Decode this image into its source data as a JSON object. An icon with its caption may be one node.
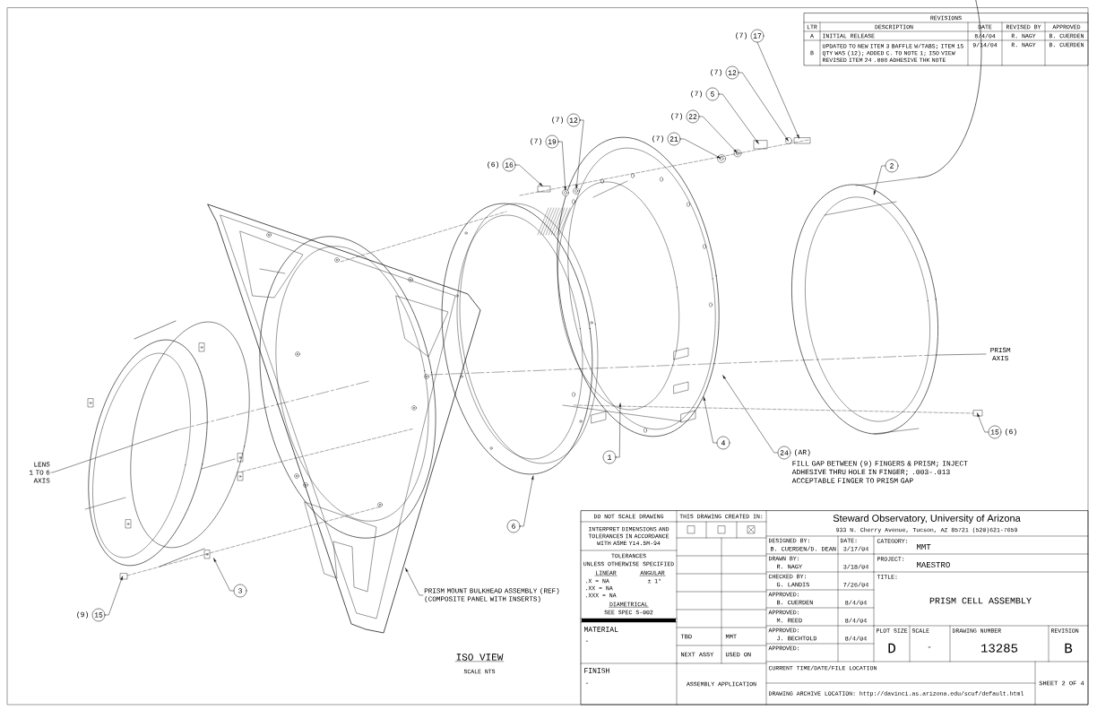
{
  "diagram": {
    "nodes": [
      {
        "text": [
          "17"
        ],
        "beside": [
          "(7)"
        ]
      },
      {
        "text": [
          "12"
        ],
        "beside": [
          "(7)"
        ]
      },
      {
        "text": [
          "5"
        ],
        "beside": [
          "(7)"
        ]
      },
      {
        "text": [
          "22"
        ],
        "beside": [
          "(7)"
        ]
      },
      {
        "text": [
          "21"
        ],
        "beside": [
          "(7)"
        ]
      },
      {
        "text": [
          "12"
        ],
        "beside": [
          "(7)"
        ]
      },
      {
        "text": [
          "19"
        ],
        "beside": [
          "(7)"
        ]
      },
      {
        "text": [
          "16"
        ],
        "beside": [
          "(6)"
        ]
      },
      {
        "text": [
          "2"
        ]
      },
      {
        "text": [
          "PRISM AXIS"
        ]
      },
      {
        "text": [
          "15"
        ],
        "beside": [
          "(6)"
        ]
      },
      {
        "text": [
          "24"
        ],
        "beside": [
          "(AR)",
          "FILL GAP BETWEEN (9) FINGERS & PRISM; INJECT ADHESIVE THRU HOLE IN FINGER; .003-.013 ACCEPTABLE FINGER TO PRISM GAP"
        ]
      },
      {
        "text": [
          "4"
        ]
      },
      {
        "text": [
          "1"
        ]
      },
      {
        "text": [
          "6"
        ]
      },
      {
        "text": [
          "LENS 1 TO 6 AXIS"
        ]
      },
      {
        "text": [
          "3"
        ]
      },
      {
        "text": [
          "15"
        ],
        "beside": [
          "(9)"
        ]
      },
      {
        "text": [
          "PRISM MOUNT BULKHEAD ASSEMBLY (REF) (COMPOSITE PANEL WITH INSERTS)"
        ]
      }
    ],
    "edges": [
      {
        "from": 0,
        "to": null,
        "arrow": "to"
      },
      {
        "from": 1,
        "to": null,
        "arrow": "to"
      },
      {
        "from": 2,
        "to": null,
        "arrow": "to"
      },
      {
        "from": 3,
        "to": null,
        "arrow": "to"
      },
      {
        "from": 4,
        "to": null,
        "arrow": "to"
      },
      {
        "from": 5,
        "to": null,
        "arrow": "to"
      },
      {
        "from": 6,
        "to": null,
        "arrow": "to"
      },
      {
        "from": 7,
        "to": null,
        "arrow": "to"
      },
      {
        "from": 8,
        "to": null,
        "arrow": "to"
      },
      {
        "from": 9,
        "to": null,
        "arrow": "none"
      },
      {
        "from": 10,
        "to": null,
        "arrow": "to"
      },
      {
        "from": 11,
        "to": null,
        "arrow": "to"
      },
      {
        "from": 12,
        "to": null,
        "arrow": "to"
      },
      {
        "from": 13,
        "to": null,
        "arrow": "to"
      },
      {
        "from": 14,
        "to": null,
        "arrow": "to"
      },
      {
        "from": 15,
        "to": null,
        "arrow": "none"
      },
      {
        "from": 16,
        "to": null,
        "arrow": "to"
      },
      {
        "from": 17,
        "to": null,
        "arrow": "to"
      },
      {
        "from": 18,
        "to": null,
        "arrow": "to"
      }
    ],
    "labels": [
      "REVISIONS",
      "LTR",
      "DESCRIPTION",
      "DATE",
      "REVISED BY",
      "APPROVED",
      "A",
      "INITIAL RELEASE",
      "8/4/04",
      "R. NAGY",
      "B. CUERDEN",
      "B",
      "UPDATED TO NEW ITEM 3 BAFFLE W/TABS; ITEM 15 QTY WAS (12); ADDED C. TO NOTE 1; ISO VIEW REVISED ITEM 24 .008 ADHESIVE THK NOTE",
      "9/14/04",
      "R. NAGY",
      "B. CUERDEN",
      "ISO VIEW",
      "SCALE NTS",
      "DO NOT SCALE DRAWING",
      "INTERPRET DIMENSIONS AND TOLERANCES IN ACCORDANCE WITH ASME Y14.5M-94",
      "TOLERANCES",
      "UNLESS OTHERWISE SPECIFIED",
      "LINEAR",
      "ANGULAR",
      ".X = NA",
      "± 1°",
      ".XX = NA",
      ".XXX = NA",
      "DIAMETRICAL",
      "SEE SPEC S-002",
      "MATERIAL",
      "-",
      "FINISH",
      "-",
      "THIS DRAWING CREATED IN:",
      "TBD",
      "MMT",
      "NEXT ASSY",
      "USED ON",
      "ASSEMBLY APPLICATION",
      "Steward Observatory, University of Arizona",
      "933 N. Cherry Avenue, Tucson, AZ 85721 (520)621-7659",
      "DESIGNED BY:",
      "B. CUERDEN/D. DEAN",
      "DATE:",
      "3/17/04",
      "DRAWN BY:",
      "R. NAGY",
      "3/18/04",
      "CHECKED BY:",
      "G. LANDIS",
      "7/26/04",
      "APPROVED:",
      "B. CUERDEN",
      "8/4/04",
      "APPROVED:",
      "M. REED",
      "8/4/04",
      "APPROVED:",
      "J. BECHTOLD",
      "8/4/04",
      "APPROVED:",
      "CATEGORY:",
      "MMT",
      "PROJECT:",
      "MAESTRO",
      "TITLE:",
      "PRISM CELL ASSEMBLY",
      "PLOT SIZE",
      "D",
      "SCALE",
      "-",
      "DRAWING NUMBER",
      "13285",
      "REVISION",
      "B",
      "CURRENT TIME/DATE/FILE LOCATION",
      "DRAWING ARCHIVE LOCATION: http://davinci.as.arizona.edu/scuf/default.html",
      "SHEET 2 OF 4"
    ]
  }
}
